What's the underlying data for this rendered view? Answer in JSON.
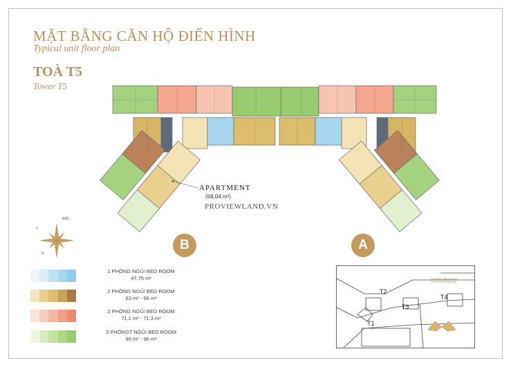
{
  "title": {
    "vi": "MẶT BẰNG CĂN HỘ ĐIỂN HÌNH",
    "en": "Typical unit floor plan",
    "tower_vi": "TOÀ T5",
    "tower_en": "Tower T5"
  },
  "plan": {
    "apartment_label": "APARTMENT",
    "apartment_area": "(68,04 m²)",
    "watermark": "PROVIEWLAND.VN",
    "wing_b": "B",
    "wing_a": "A"
  },
  "compass": {
    "north": "N",
    "northeast": "BẮC",
    "west": "T"
  },
  "legend": [
    {
      "line1": "1 PHÒNG NGỦ/ BED ROOM",
      "line2": "47,75 m²",
      "colors": [
        "#eef6fb",
        "#d8edf8",
        "#bfe2f3",
        "#a7d7ee",
        "#92cde9"
      ]
    },
    {
      "line1": "2 PHÒNG NGỦ/ BED ROOM",
      "line2": "63 m² - 68  m²",
      "colors": [
        "#f3e6bf",
        "#e8d08c",
        "#dcbd6b",
        "#caa256",
        "#a97c45"
      ]
    },
    {
      "line1": "2 PHÒNG NGỦ/ BED ROOM",
      "line2": "71,1 m² - 71,3  m²",
      "colors": [
        "#fbe2da",
        "#f8cdbf",
        "#f4b6a3",
        "#f19f88",
        "#ee8a72"
      ]
    },
    {
      "line1": "3 PHÒNGT NGỦ/ BED ROOM",
      "line2": "90 m² - 96  m²",
      "colors": [
        "#eef6de",
        "#d9edc0",
        "#c2e2a0",
        "#acd785",
        "#98cc6e"
      ]
    }
  ],
  "site_map": {
    "labels": [
      "T1",
      "T2",
      "T3",
      "T4"
    ],
    "note": "TOÀ NHÀ CĂN HỘ KHU ĐÔ THỊ THƯƠNG MẠI"
  },
  "colors": {
    "accent": "#c29a5b",
    "title": "#b88f5a",
    "green": "#a4d27e",
    "salmon": "#f4a58e",
    "gold": "#d6b563",
    "blue": "#a8d6ee",
    "brown": "#b9825a",
    "core": "#5e6a78"
  }
}
